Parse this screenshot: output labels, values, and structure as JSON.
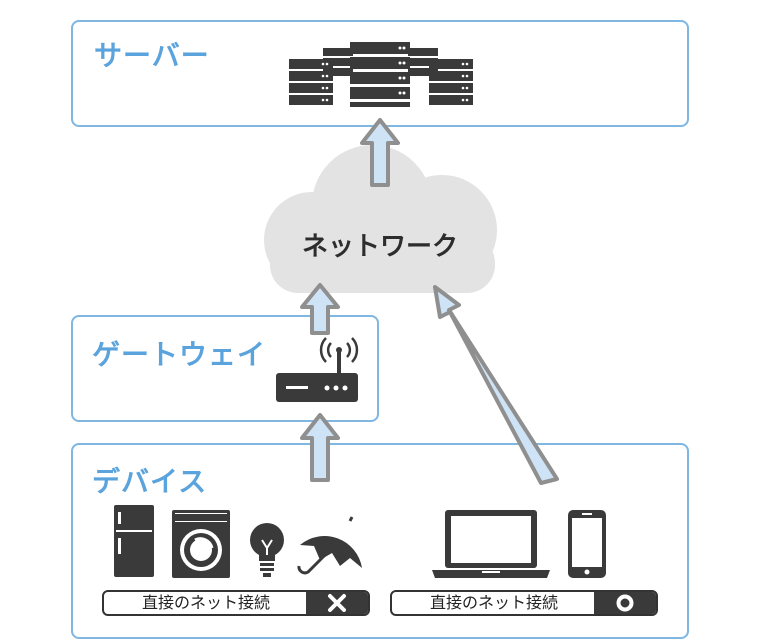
{
  "panels": {
    "server": {
      "title": "サーバー"
    },
    "gateway": {
      "title": "ゲートウェイ"
    },
    "device": {
      "title": "デバイス"
    }
  },
  "cloud": {
    "label": "ネットワーク"
  },
  "badges": [
    {
      "label": "直接のネット接続",
      "mark": "×"
    },
    {
      "label": "直接のネット接続",
      "mark": "○"
    }
  ],
  "colors": {
    "panel_border": "#7fb6e2",
    "title": "#5aa3dc",
    "cloud": "#e3e3e3",
    "arrow_fill": "#cfe3f6",
    "arrow_stroke": "#8f8f8f",
    "icon": "#3a3a3a"
  }
}
